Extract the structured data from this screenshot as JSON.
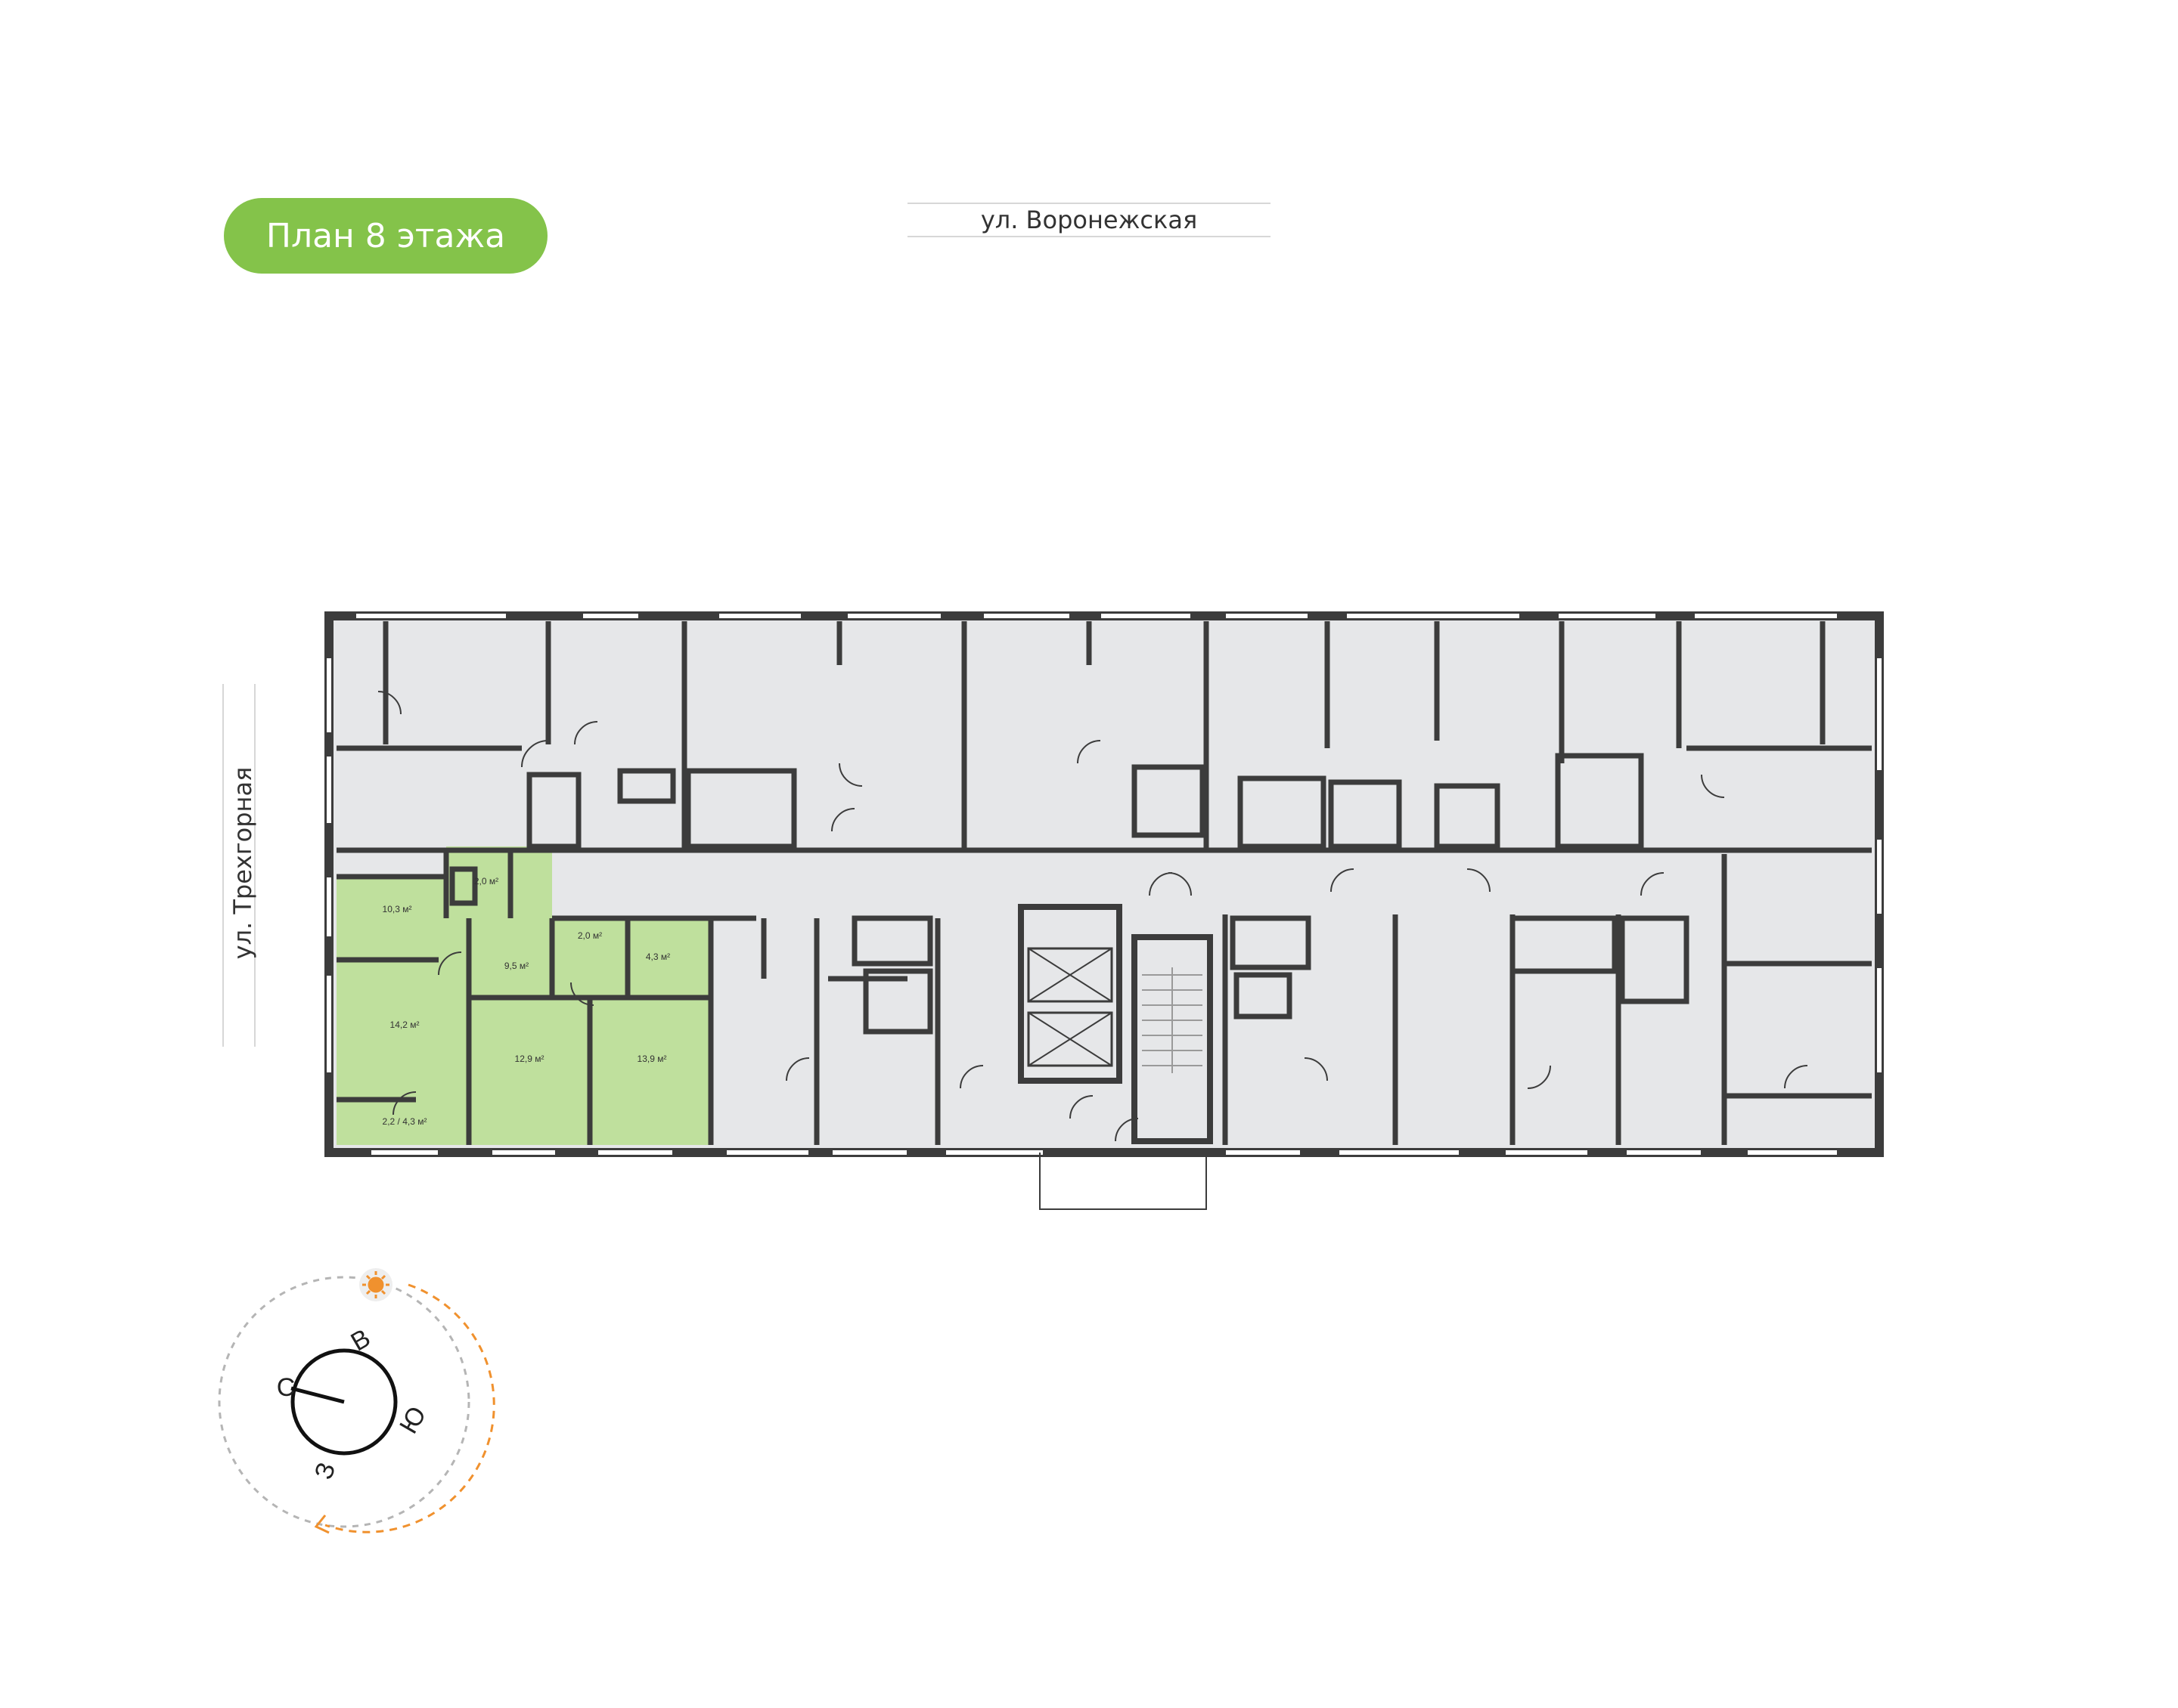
{
  "title": "План 8 этажа",
  "streets": {
    "top": "ул. Воронежская",
    "left": "ул. Трехгорная"
  },
  "highlighted_apartment": {
    "rooms": [
      {
        "label": "10,3 м²"
      },
      {
        "label": "2,0 м²"
      },
      {
        "label": "9,5 м²"
      },
      {
        "label": "2,0 м²"
      },
      {
        "label": "4,3 м²"
      },
      {
        "label": "14,2 м²"
      },
      {
        "label": "12,9 м²"
      },
      {
        "label": "13,9 м²"
      },
      {
        "label": "2,2 / 4,3 м²"
      }
    ]
  },
  "compass": {
    "north": "С",
    "east": "В",
    "south": "Ю",
    "west": "З"
  },
  "colors": {
    "accent_green": "#84c34a",
    "apartment_fill": "#bfe09d",
    "room_fill": "#e6e7e9",
    "wall": "#3c3c3c",
    "sun_path": "#f0912e"
  }
}
